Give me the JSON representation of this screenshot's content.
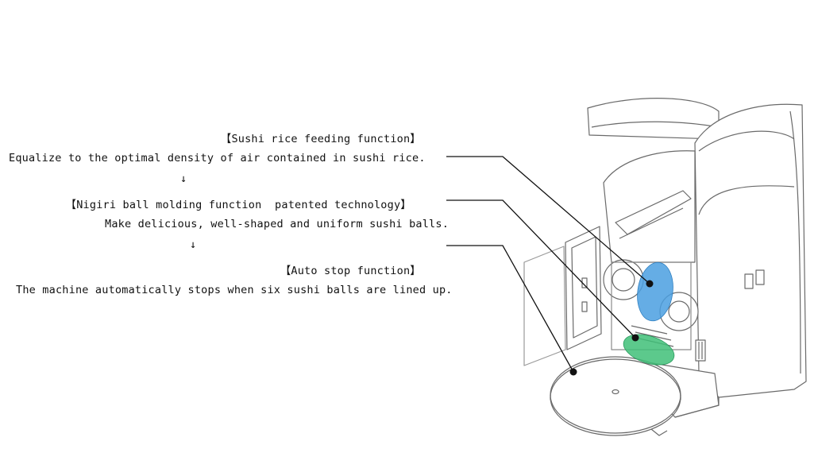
{
  "functions": [
    {
      "heading": "【Sushi rice feeding function】",
      "description": "Equalize to the optimal density of air contained in sushi rice."
    },
    {
      "heading": "【Nigiri ball molding function  patented technology】",
      "description": "Make delicious, well-shaped and uniform sushi balls."
    },
    {
      "heading": "【Auto stop function】",
      "description": "The machine automatically stops when six sushi balls are lined up."
    }
  ],
  "arrows": [
    "↓",
    "↓"
  ],
  "colors": {
    "feeding_highlight": "#4a9fe0",
    "molding_highlight": "#3fbf78",
    "line_art": "#555555"
  }
}
